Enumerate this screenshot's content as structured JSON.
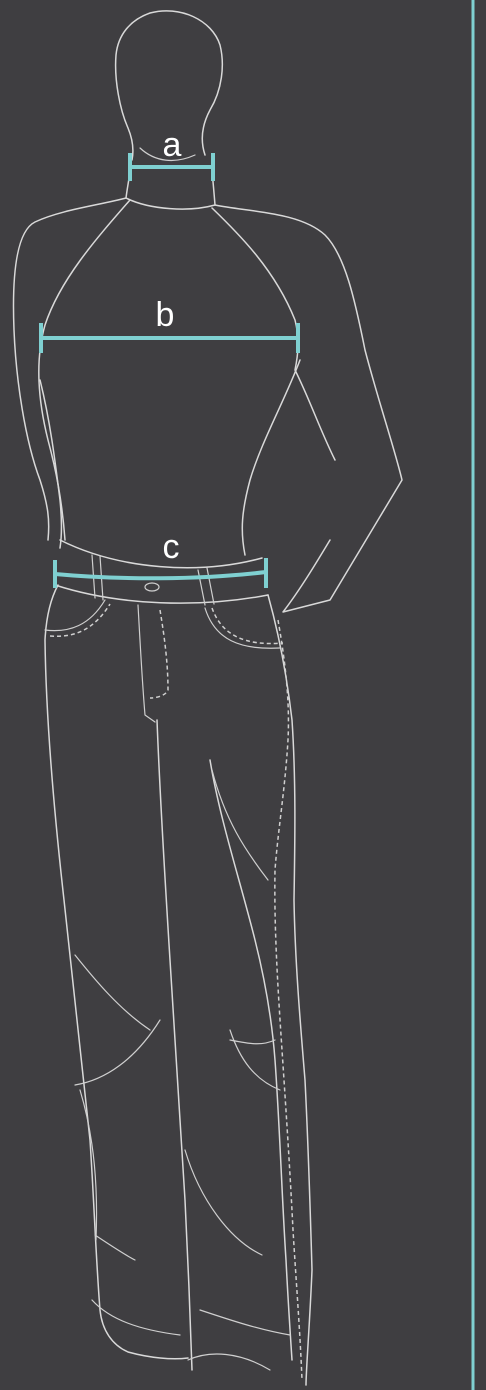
{
  "colors": {
    "background": "#3f3e41",
    "line_art": "#d9d9d9",
    "measure_accent": "#7fd0d1",
    "label_text": "#ffffff"
  },
  "measurements": [
    {
      "key": "a",
      "label": "a",
      "meaning": "neck"
    },
    {
      "key": "b",
      "label": "b",
      "meaning": "chest"
    },
    {
      "key": "c",
      "label": "c",
      "meaning": "waist"
    }
  ]
}
